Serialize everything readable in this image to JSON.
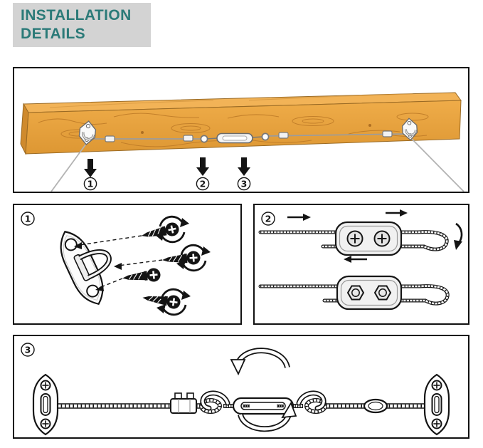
{
  "header": {
    "line1": "INSTALLATION",
    "line2": "DETAILS"
  },
  "colors": {
    "title_text": "#2b7a78",
    "title_background": "#d3d3d3",
    "wood_face": "#e8a33c",
    "wood_top": "#f2b357",
    "wood_grain": "#bf7c28",
    "line_art": "#141414",
    "panel_border": "#111111",
    "wire": "#b0b0b0"
  },
  "steps": [
    {
      "label": "1"
    },
    {
      "label": "2"
    },
    {
      "label": "3"
    }
  ]
}
